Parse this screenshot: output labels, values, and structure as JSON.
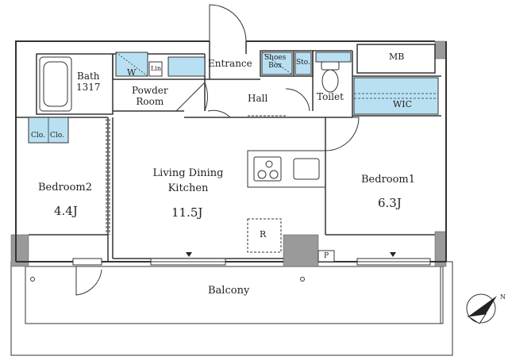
{
  "plan": {
    "rooms": {
      "bath": {
        "name": "Bath",
        "size": "1317"
      },
      "washer": "W",
      "linen": "Lin",
      "powder_room": [
        "Powder",
        "Room"
      ],
      "entrance": "Entrance",
      "shoes_box": [
        "Shoes",
        "Box"
      ],
      "storage": "Sto.",
      "hall": "Hall",
      "toilet": "Toilet",
      "mb": "MB",
      "wic": "WIC",
      "closet_a": "Clo.",
      "closet_b": "Clo.",
      "bedroom2": {
        "name": "Bedroom2",
        "size": "4.4J"
      },
      "ldk": {
        "line1": "Living Dining",
        "line2": "Kitchen",
        "size": "11.5J"
      },
      "bedroom1": {
        "name": "Bedroom1",
        "size": "6.3J"
      },
      "refrigerator": "R",
      "pipe_space": "P",
      "balcony": "Balcony"
    },
    "compass": {
      "north_label": "N"
    },
    "colors": {
      "fixture_blue": "#b9e0f2",
      "wall_gray": "#9a9a9a",
      "line": "#333333"
    }
  }
}
